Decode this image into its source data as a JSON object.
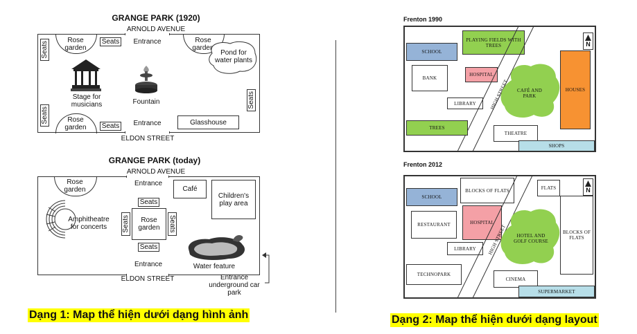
{
  "left_map": {
    "park_1920": {
      "title": "GRANGE PARK (1920)",
      "north_street": "ARNOLD AVENUE",
      "south_street": "ELDON STREET",
      "labels": {
        "rose_tl": "Rose garden",
        "seats_top": "Seats",
        "entrance_top": "Entrance",
        "rose_tr": "Rose garden",
        "pond": "Pond for water plants",
        "seats_left_top": "Seats",
        "stage": "Stage for musicians",
        "fountain": "Fountain",
        "seats_right": "Seats",
        "seats_left_bottom": "Seats",
        "rose_bl": "Rose garden",
        "seats_bottom": "Seats",
        "entrance_bottom": "Entrance",
        "glasshouse": "Glasshouse"
      }
    },
    "park_today": {
      "title": "GRANGE PARK (today)",
      "north_street": "ARNOLD AVENUE",
      "south_street": "ELDON STREET",
      "labels": {
        "rose_tl": "Rose garden",
        "entrance_top": "Entrance",
        "cafe": "Café",
        "play_area": "Children's play area",
        "amphitheatre": "Amphitheatre for concerts",
        "seats_top": "Seats",
        "seats_left": "Seats",
        "rose_center": "Rose garden",
        "seats_right": "Seats",
        "seats_bottom": "Seats",
        "water_feature": "Water feature",
        "entrance_bottom": "Entrance",
        "car_park": "Entrance underground car park"
      }
    },
    "caption": "Dạng 1: Map thể hiện dưới dạng hình ảnh"
  },
  "right_map": {
    "frenton_1990": {
      "title": "Frenton 1990",
      "north": "N",
      "labels": {
        "playing_fields": "PLAYING FIELDS WITH TREES",
        "school": "SCHOOL",
        "bank": "BANK",
        "hospital": "HOSPITAL",
        "library": "LIBRARY",
        "high_street": "HIGH STREET",
        "cafe_park": "CAFÉ AND PARK",
        "houses": "HOUSES",
        "trees": "TREES",
        "theatre": "THEATRE",
        "shops": "SHOPS"
      }
    },
    "frenton_2012": {
      "title": "Frenton 2012",
      "north": "N",
      "labels": {
        "school": "SCHOOL",
        "blocks_flats_top": "BLOCKS OF FLATS",
        "flats": "FLATS",
        "restaurant": "RESTAURANT",
        "hospital": "HOSPITAL",
        "hotel_golf": "HOTEL AND GOLF COURSE",
        "blocks_flats_right": "BLOCKS OF FLATS",
        "library": "LIBRARY",
        "high_street": "HIGH STREET",
        "technopark": "TECHNOPARK",
        "cinema": "CINEMA",
        "supermarket": "SUPERMARKET"
      }
    },
    "caption": "Dạng 2: Map thể hiện dưới dạng layout"
  },
  "colors": {
    "green": "#92d050",
    "blue": "#95b3d7",
    "pink": "#f4a0a6",
    "orange": "#f79232",
    "light_blue": "#b7dee8",
    "caption_bg": "#ffff00"
  },
  "icons": {
    "stage": "gazebo-icon",
    "fountain": "fountain-icon",
    "water": "water-feature-icon",
    "amphitheatre": "amphitheatre-icon",
    "north": "north-arrow-icon"
  }
}
